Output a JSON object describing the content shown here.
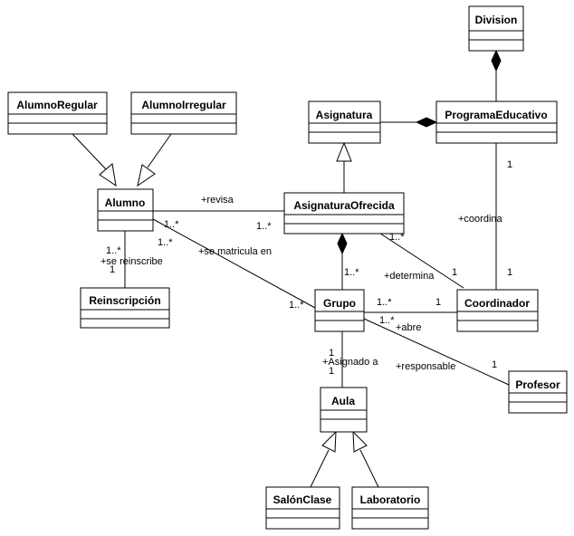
{
  "classes": {
    "division": "Division",
    "alumno_regular": "AlumnoRegular",
    "alumno_irregular": "AlumnoIrregular",
    "asignatura": "Asignatura",
    "programa_educativo": "ProgramaEducativo",
    "alumno": "Alumno",
    "asignatura_ofrecida": "AsignaturaOfrecida",
    "reinscripcion": "Reinscripción",
    "grupo": "Grupo",
    "coordinador": "Coordinador",
    "profesor": "Profesor",
    "aula": "Aula",
    "salon_clase": "SalónClase",
    "laboratorio": "Laboratorio"
  },
  "associations": {
    "revisa": {
      "role": "+revisa",
      "mult_alumno": "",
      "mult_asignatura_ofrecida": "1..*"
    },
    "matricula": {
      "role": "+se matricula en",
      "mult_alumno": "1..*",
      "mult_grupo": "1..*"
    },
    "reinscribe": {
      "role": "+se reinscribe",
      "mult_alumno": "1..*",
      "mult_reinscripcion": "1"
    },
    "alumno_top": {
      "mult": "1..*"
    },
    "coordina": {
      "role": "+coordina",
      "mult_programa": "1",
      "mult_coordinador": "1"
    },
    "determina": {
      "role": "+determina",
      "mult_asignatura": "1..*",
      "mult_coordinador": "1"
    },
    "grupo_coord": {
      "mult_grupo": "1..*",
      "mult_coordinador": "1"
    },
    "grupo_comp": {
      "mult": "1..*"
    },
    "abre": {
      "role": "+abre",
      "mult": "1..*"
    },
    "responsable": {
      "role": "+responsable",
      "mult_profesor": "1"
    },
    "asignado": {
      "role": "+Asignado a",
      "mult_grupo": "1",
      "mult_aula": "1"
    }
  }
}
